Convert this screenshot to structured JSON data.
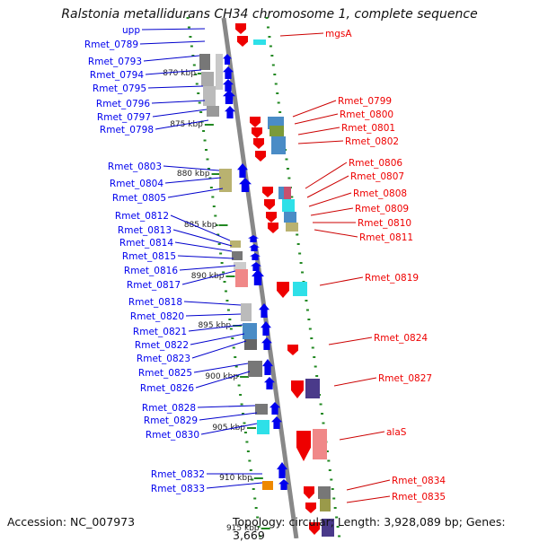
{
  "title": "Ralstonia metallidurans CH34 chromosome 1, complete sequence",
  "footer": {
    "accession": "Accession: NC_007973",
    "summary": "Topology: circular; Length: 3,928,089 bp; Genes: 3,669"
  },
  "colors": {
    "left_strand": "#0000ee",
    "right_strand": "#ee0000",
    "tick": "#228822",
    "backbone": "#888888"
  },
  "scale_labels": [
    "870 kbp",
    "875 kbp",
    "880 kbp",
    "885 kbp",
    "890 kbp",
    "895 kbp",
    "900 kbp",
    "905 kbp",
    "910 kbp",
    "915 kbp"
  ],
  "left_genes": [
    "upp",
    "Rmet_0789",
    "Rmet_0793",
    "Rmet_0794",
    "Rmet_0795",
    "Rmet_0796",
    "Rmet_0797",
    "Rmet_0798",
    "Rmet_0803",
    "Rmet_0804",
    "Rmet_0805",
    "Rmet_0812",
    "Rmet_0813",
    "Rmet_0814",
    "Rmet_0815",
    "Rmet_0816",
    "Rmet_0817",
    "Rmet_0818",
    "Rmet_0820",
    "Rmet_0821",
    "Rmet_0822",
    "Rmet_0823",
    "Rmet_0825",
    "Rmet_0826",
    "Rmet_0828",
    "Rmet_0829",
    "Rmet_0830",
    "Rmet_0832",
    "Rmet_0833"
  ],
  "right_genes": [
    "mgsA",
    "Rmet_0799",
    "Rmet_0800",
    "Rmet_0801",
    "Rmet_0802",
    "Rmet_0806",
    "Rmet_0807",
    "Rmet_0808",
    "Rmet_0809",
    "Rmet_0810",
    "Rmet_0811",
    "Rmet_0819",
    "Rmet_0824",
    "Rmet_0827",
    "alaS",
    "Rmet_0834",
    "Rmet_0835"
  ]
}
